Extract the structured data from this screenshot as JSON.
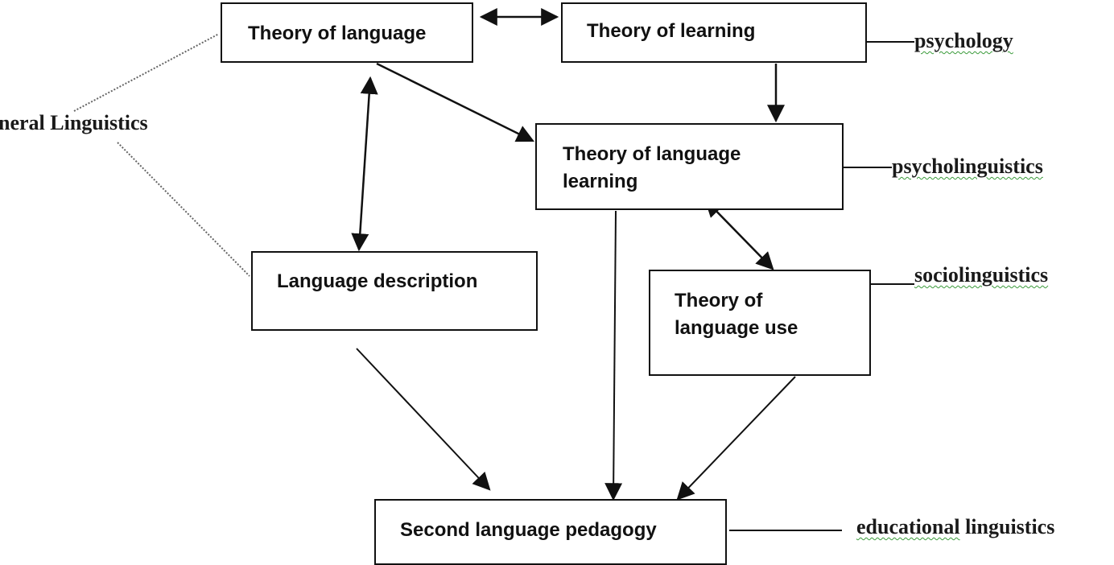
{
  "nodes": {
    "theory_of_language": "Theory of language",
    "theory_of_learning": "Theory of learning",
    "theory_of_language_learning": [
      "Theory of language",
      "learning"
    ],
    "language_description": "Language description",
    "theory_of_language_use": [
      "Theory of",
      "language use"
    ],
    "second_language_pedagogy": "Second language pedagogy"
  },
  "labels": {
    "general_linguistics": "neral Linguistics",
    "psychology": "psychology",
    "psycholinguistics": "psycholinguistics",
    "sociolinguistics": "sociolinguistics",
    "educational_linguistics": "educational linguistics"
  },
  "edges": [
    {
      "from": "theory_of_language",
      "to": "theory_of_learning",
      "type": "bidirectional"
    },
    {
      "from": "theory_of_language",
      "to": "language_description",
      "type": "bidirectional"
    },
    {
      "from": "theory_of_language",
      "to": "theory_of_language_learning",
      "type": "arrow"
    },
    {
      "from": "theory_of_learning",
      "to": "theory_of_language_learning",
      "type": "arrow"
    },
    {
      "from": "theory_of_language_learning",
      "to": "theory_of_language_use",
      "type": "bidirectional"
    },
    {
      "from": "theory_of_language_learning",
      "to": "second_language_pedagogy",
      "type": "arrow"
    },
    {
      "from": "language_description",
      "to": "second_language_pedagogy",
      "type": "arrow"
    },
    {
      "from": "theory_of_language_use",
      "to": "second_language_pedagogy",
      "type": "arrow"
    },
    {
      "from": "general_linguistics",
      "to": "theory_of_language",
      "type": "dotted"
    },
    {
      "from": "general_linguistics",
      "to": "language_description",
      "type": "dotted"
    },
    {
      "from": "theory_of_learning",
      "to": "psychology",
      "type": "line"
    },
    {
      "from": "theory_of_language_learning",
      "to": "psycholinguistics",
      "type": "line"
    },
    {
      "from": "theory_of_language_use",
      "to": "sociolinguistics",
      "type": "line"
    },
    {
      "from": "second_language_pedagogy",
      "to": "educational_linguistics",
      "type": "line"
    }
  ]
}
